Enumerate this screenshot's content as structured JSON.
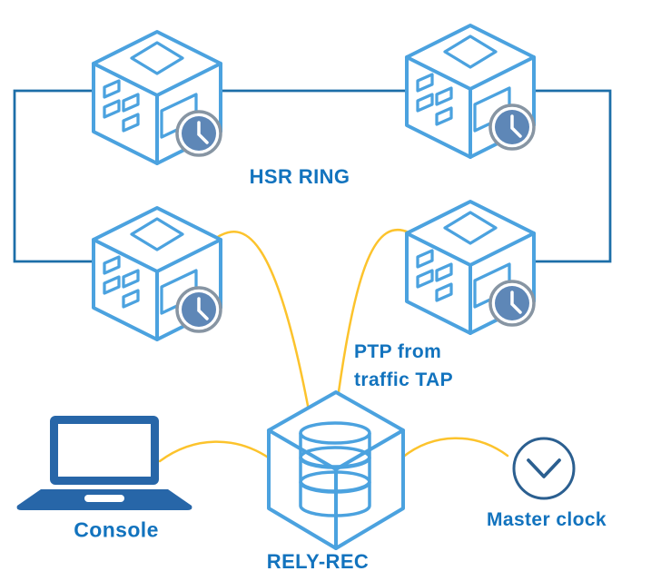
{
  "diagram": {
    "type": "network-topology",
    "labels": {
      "hsr_ring": "HSR RING",
      "ptp_tap_line1": "PTP from",
      "ptp_tap_line2": "traffic TAP",
      "console": "Console",
      "rely_rec": "RELY-REC",
      "master_clock": "Master clock"
    },
    "colors": {
      "cube_stroke": "#4BA2DF",
      "ring_line": "#1C6EA8",
      "label_text": "#1273BE",
      "laptop_fill": "#2766A8",
      "clock_fill": "#5E87B7",
      "clock_ring": "#8795A3",
      "master_stroke": "#2B5F90",
      "tap_link": "#FCC32C",
      "background": "#FFFFFF"
    },
    "nodes": [
      {
        "id": "hsr-switch-top-left",
        "kind": "hsr-switch-with-ptp-clock"
      },
      {
        "id": "hsr-switch-top-right",
        "kind": "hsr-switch-with-ptp-clock"
      },
      {
        "id": "hsr-switch-bottom-left",
        "kind": "hsr-switch-with-ptp-clock"
      },
      {
        "id": "hsr-switch-bottom-right",
        "kind": "hsr-switch-with-ptp-clock"
      },
      {
        "id": "rely-rec",
        "kind": "recorder-with-database"
      },
      {
        "id": "console",
        "kind": "laptop"
      },
      {
        "id": "master-clock",
        "kind": "clock-source"
      }
    ],
    "links": [
      {
        "from": "hsr-switch-top-left",
        "to": "hsr-switch-top-right",
        "style": "ring"
      },
      {
        "from": "hsr-switch-top-left",
        "to": "hsr-switch-bottom-left",
        "style": "ring"
      },
      {
        "from": "hsr-switch-top-right",
        "to": "hsr-switch-bottom-right",
        "style": "ring"
      },
      {
        "from": "hsr-switch-bottom-left",
        "to": "rely-rec",
        "style": "tap"
      },
      {
        "from": "hsr-switch-bottom-right",
        "to": "rely-rec",
        "style": "tap"
      },
      {
        "from": "console",
        "to": "rely-rec",
        "style": "tap"
      },
      {
        "from": "rely-rec",
        "to": "master-clock",
        "style": "tap"
      }
    ]
  }
}
